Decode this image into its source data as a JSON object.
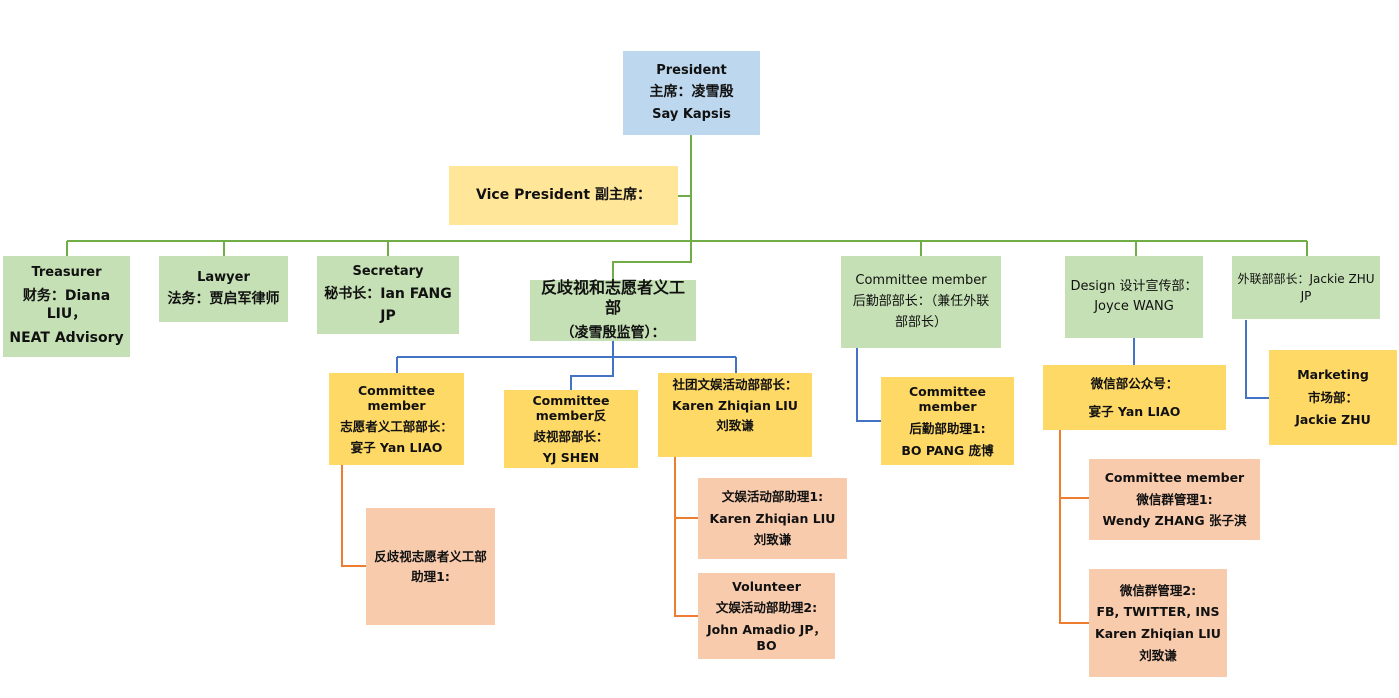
{
  "colors": {
    "green_line": "#70ad47",
    "blue_line": "#4472c4",
    "orange_line": "#ed7d31",
    "president_fill": "#bdd7ee",
    "dept_fill": "#c5e0b4",
    "committee_fill": "#ffd966",
    "vice_fill": "#ffe699",
    "assistant_fill": "#f8cbad"
  },
  "president": {
    "l1": "President",
    "l2": "主席：凌雪殷",
    "l3": "Say Kapsis"
  },
  "vice": {
    "l1": "Vice President 副主席："
  },
  "treasurer": {
    "l1": "Treasurer",
    "l2": "财务：Diana LIU，",
    "l3": "NEAT Advisory"
  },
  "lawyer": {
    "l1": "Lawyer",
    "l2": "法务：贾启军律师"
  },
  "secretary": {
    "l1": "Secretary",
    "l2": "秘书长：Ian FANG",
    "l3": "JP"
  },
  "anti_volunteer": {
    "l1": "反歧视和志愿者义工部",
    "l2": "（凌雪殷监管）："
  },
  "logistics": {
    "l1": "Committee member",
    "l2": "后勤部部长：（兼任外联",
    "l3": "部部长）"
  },
  "design": {
    "l1": "Design 设计宣传部：",
    "l2": "Joyce WANG"
  },
  "external": {
    "l1": "外联部部长：Jackie ZHU",
    "l2": "JP"
  },
  "volunteer_head": {
    "l1": "Committee member",
    "l2": "志愿者义工部部长：",
    "l3": "宴子 Yan LIAO"
  },
  "antidisc_head": {
    "l1": "Committee member反",
    "l2": "歧视部部长：",
    "l3": "YJ SHEN"
  },
  "club_head": {
    "l1": "社团文娱活动部部长：",
    "l2": "Karen Zhiqian LIU",
    "l3": "刘致谦"
  },
  "logistics_asst": {
    "l1": "Committee member",
    "l2": "后勤部助理1:",
    "l3": "BO PANG 庞博"
  },
  "wechat_public": {
    "l1": "微信部公众号：",
    "l2": "宴子 Yan LIAO"
  },
  "marketing": {
    "l1": "Marketing",
    "l2": "市场部：",
    "l3": "Jackie ZHU"
  },
  "antidisc_asst": {
    "l1": "反歧视志愿者义工部",
    "l2": "助理1:"
  },
  "ent_asst1": {
    "l1": "文娱活动部助理1:",
    "l2": "Karen Zhiqian LIU",
    "l3": "刘致谦"
  },
  "ent_asst2": {
    "l1": "Volunteer",
    "l2": "文娱活动部助理2:",
    "l3": "John Amadio JP，  BO"
  },
  "wechat_group1": {
    "l1": "Committee member",
    "l2": "微信群管理1:",
    "l3": "Wendy ZHANG 张子淇"
  },
  "wechat_group2": {
    "l1": "微信群管理2:",
    "l2": "FB, TWITTER, INS",
    "l3": "Karen Zhiqian LIU",
    "l4": "刘致谦"
  }
}
